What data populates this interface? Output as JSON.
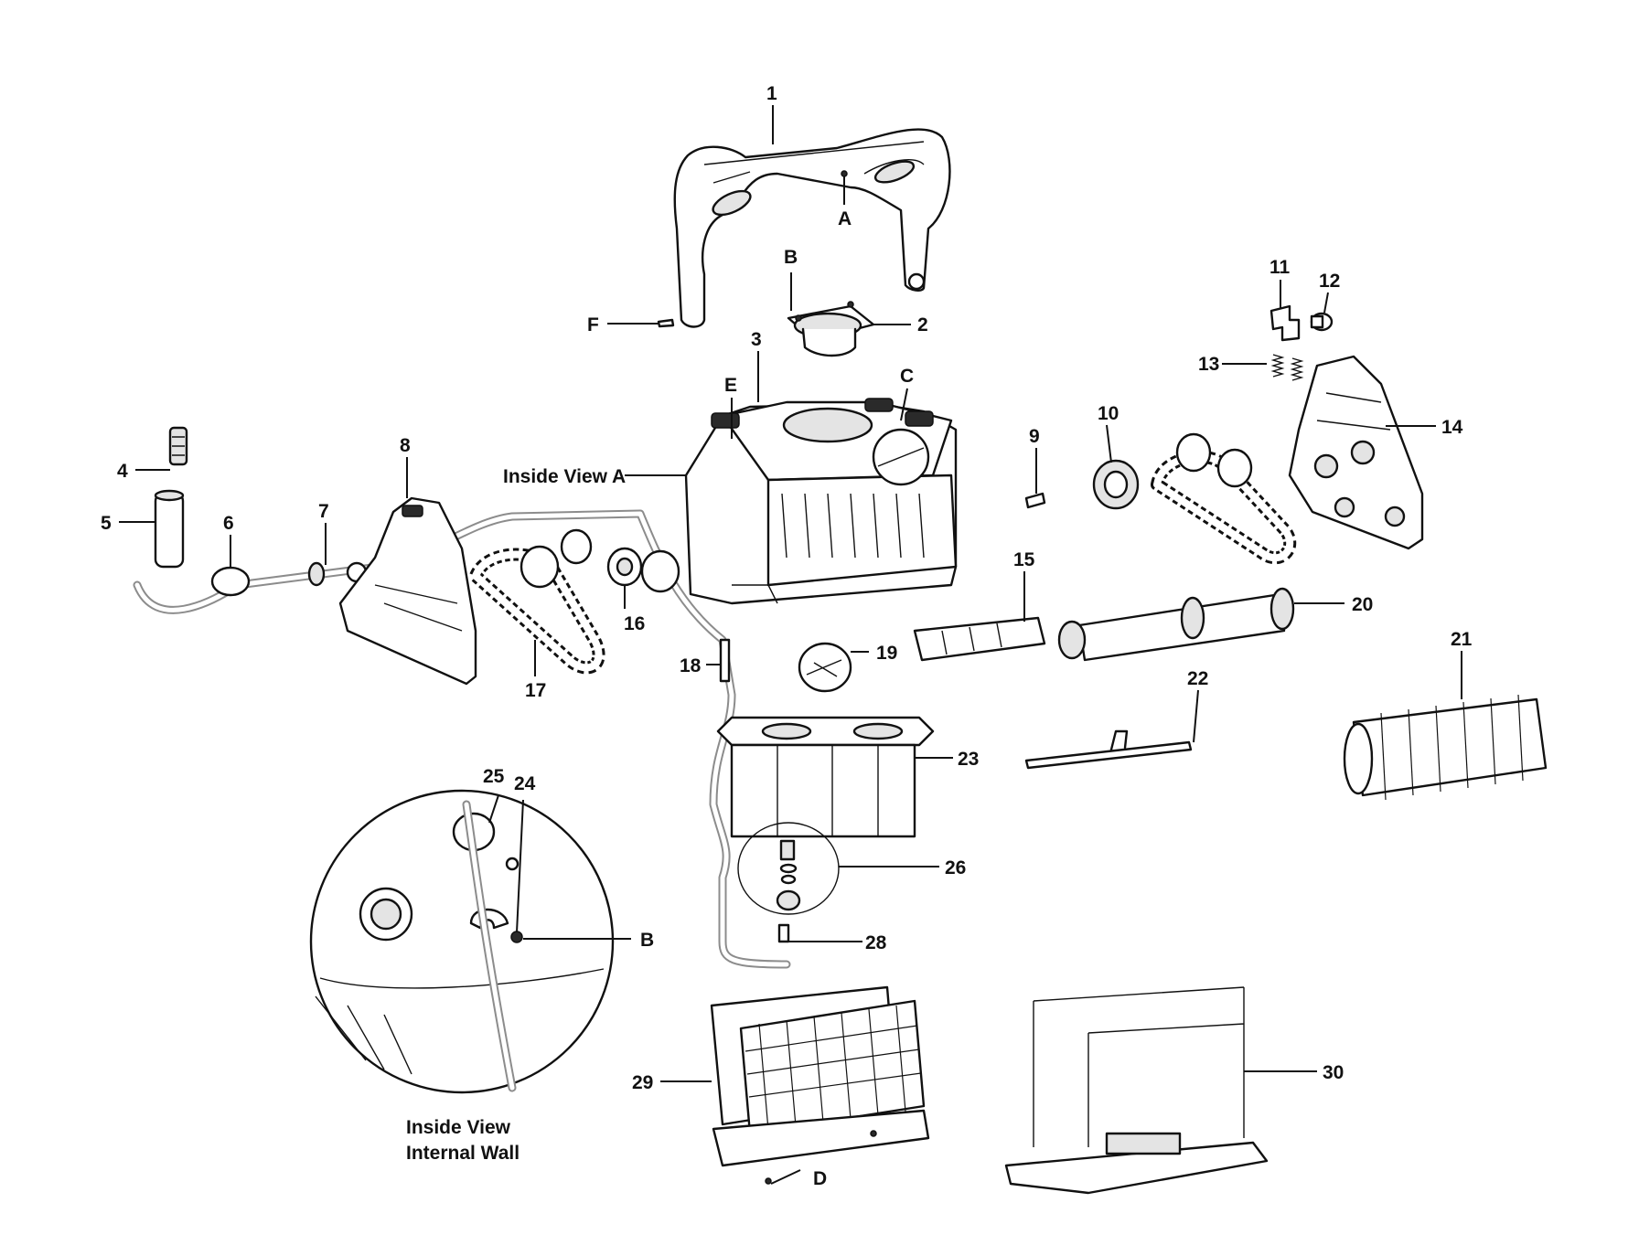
{
  "labels": {
    "p1": "1",
    "pA": "A",
    "pB": "B",
    "p2": "2",
    "pF": "F",
    "p3": "3",
    "pE": "E",
    "pC": "C",
    "p11": "11",
    "p12": "12",
    "p13": "13",
    "p14": "14",
    "p4": "4",
    "p5": "5",
    "p6": "6",
    "p7": "7",
    "p8": "8",
    "insideA": "Inside View A",
    "p9": "9",
    "p10": "10",
    "p16": "16",
    "p17": "17",
    "p15": "15",
    "p20": "20",
    "p18": "18",
    "p19": "19",
    "p21": "21",
    "p22": "22",
    "p23": "23",
    "p25": "25",
    "p24": "24",
    "pB2": "B",
    "p26": "26",
    "p28": "28",
    "p29": "29",
    "p30": "30",
    "pD": "D",
    "insideWall1": "Inside View",
    "insideWall2": "Internal Wall"
  }
}
